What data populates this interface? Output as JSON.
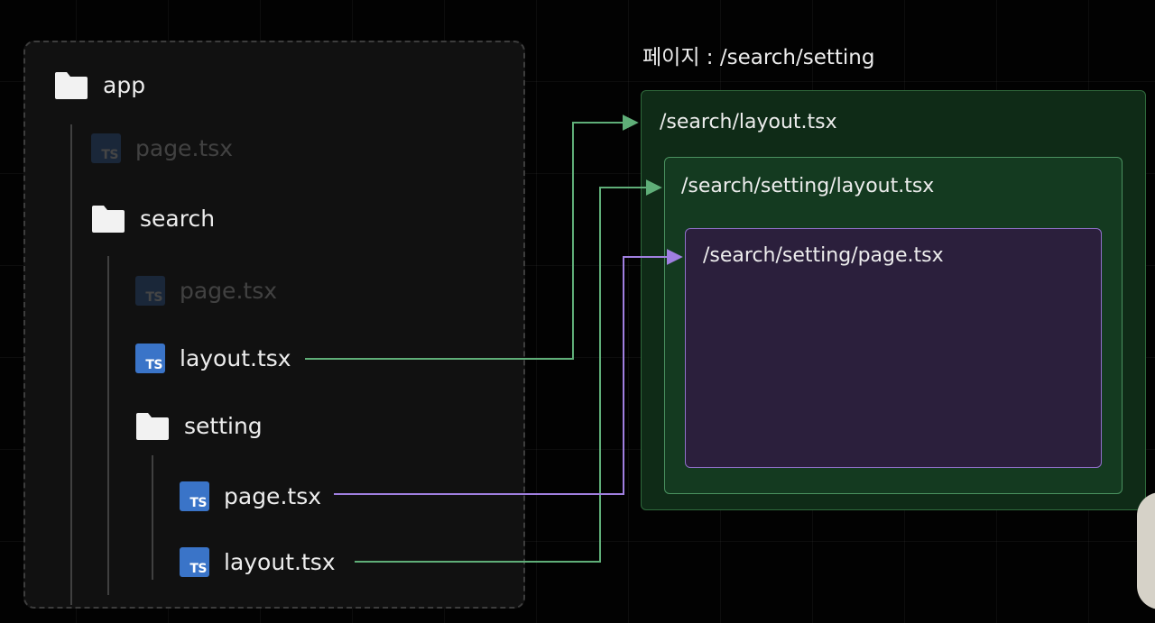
{
  "page_caption": "페이지 : /search/setting",
  "tree": {
    "app": "app",
    "app_page": "page.tsx",
    "search": "search",
    "search_page": "page.tsx",
    "search_layout": "layout.tsx",
    "setting": "setting",
    "setting_page": "page.tsx",
    "setting_layout": "layout.tsx",
    "ts_badge": "TS"
  },
  "boxes": {
    "search_layout": "/search/layout.tsx",
    "setting_layout": "/search/setting/layout.tsx",
    "setting_page": "/search/setting/page.tsx"
  },
  "colors": {
    "layout_connector": "#5fae78",
    "page_connector": "#a07fe0",
    "ts_icon": "#3a74c8"
  }
}
